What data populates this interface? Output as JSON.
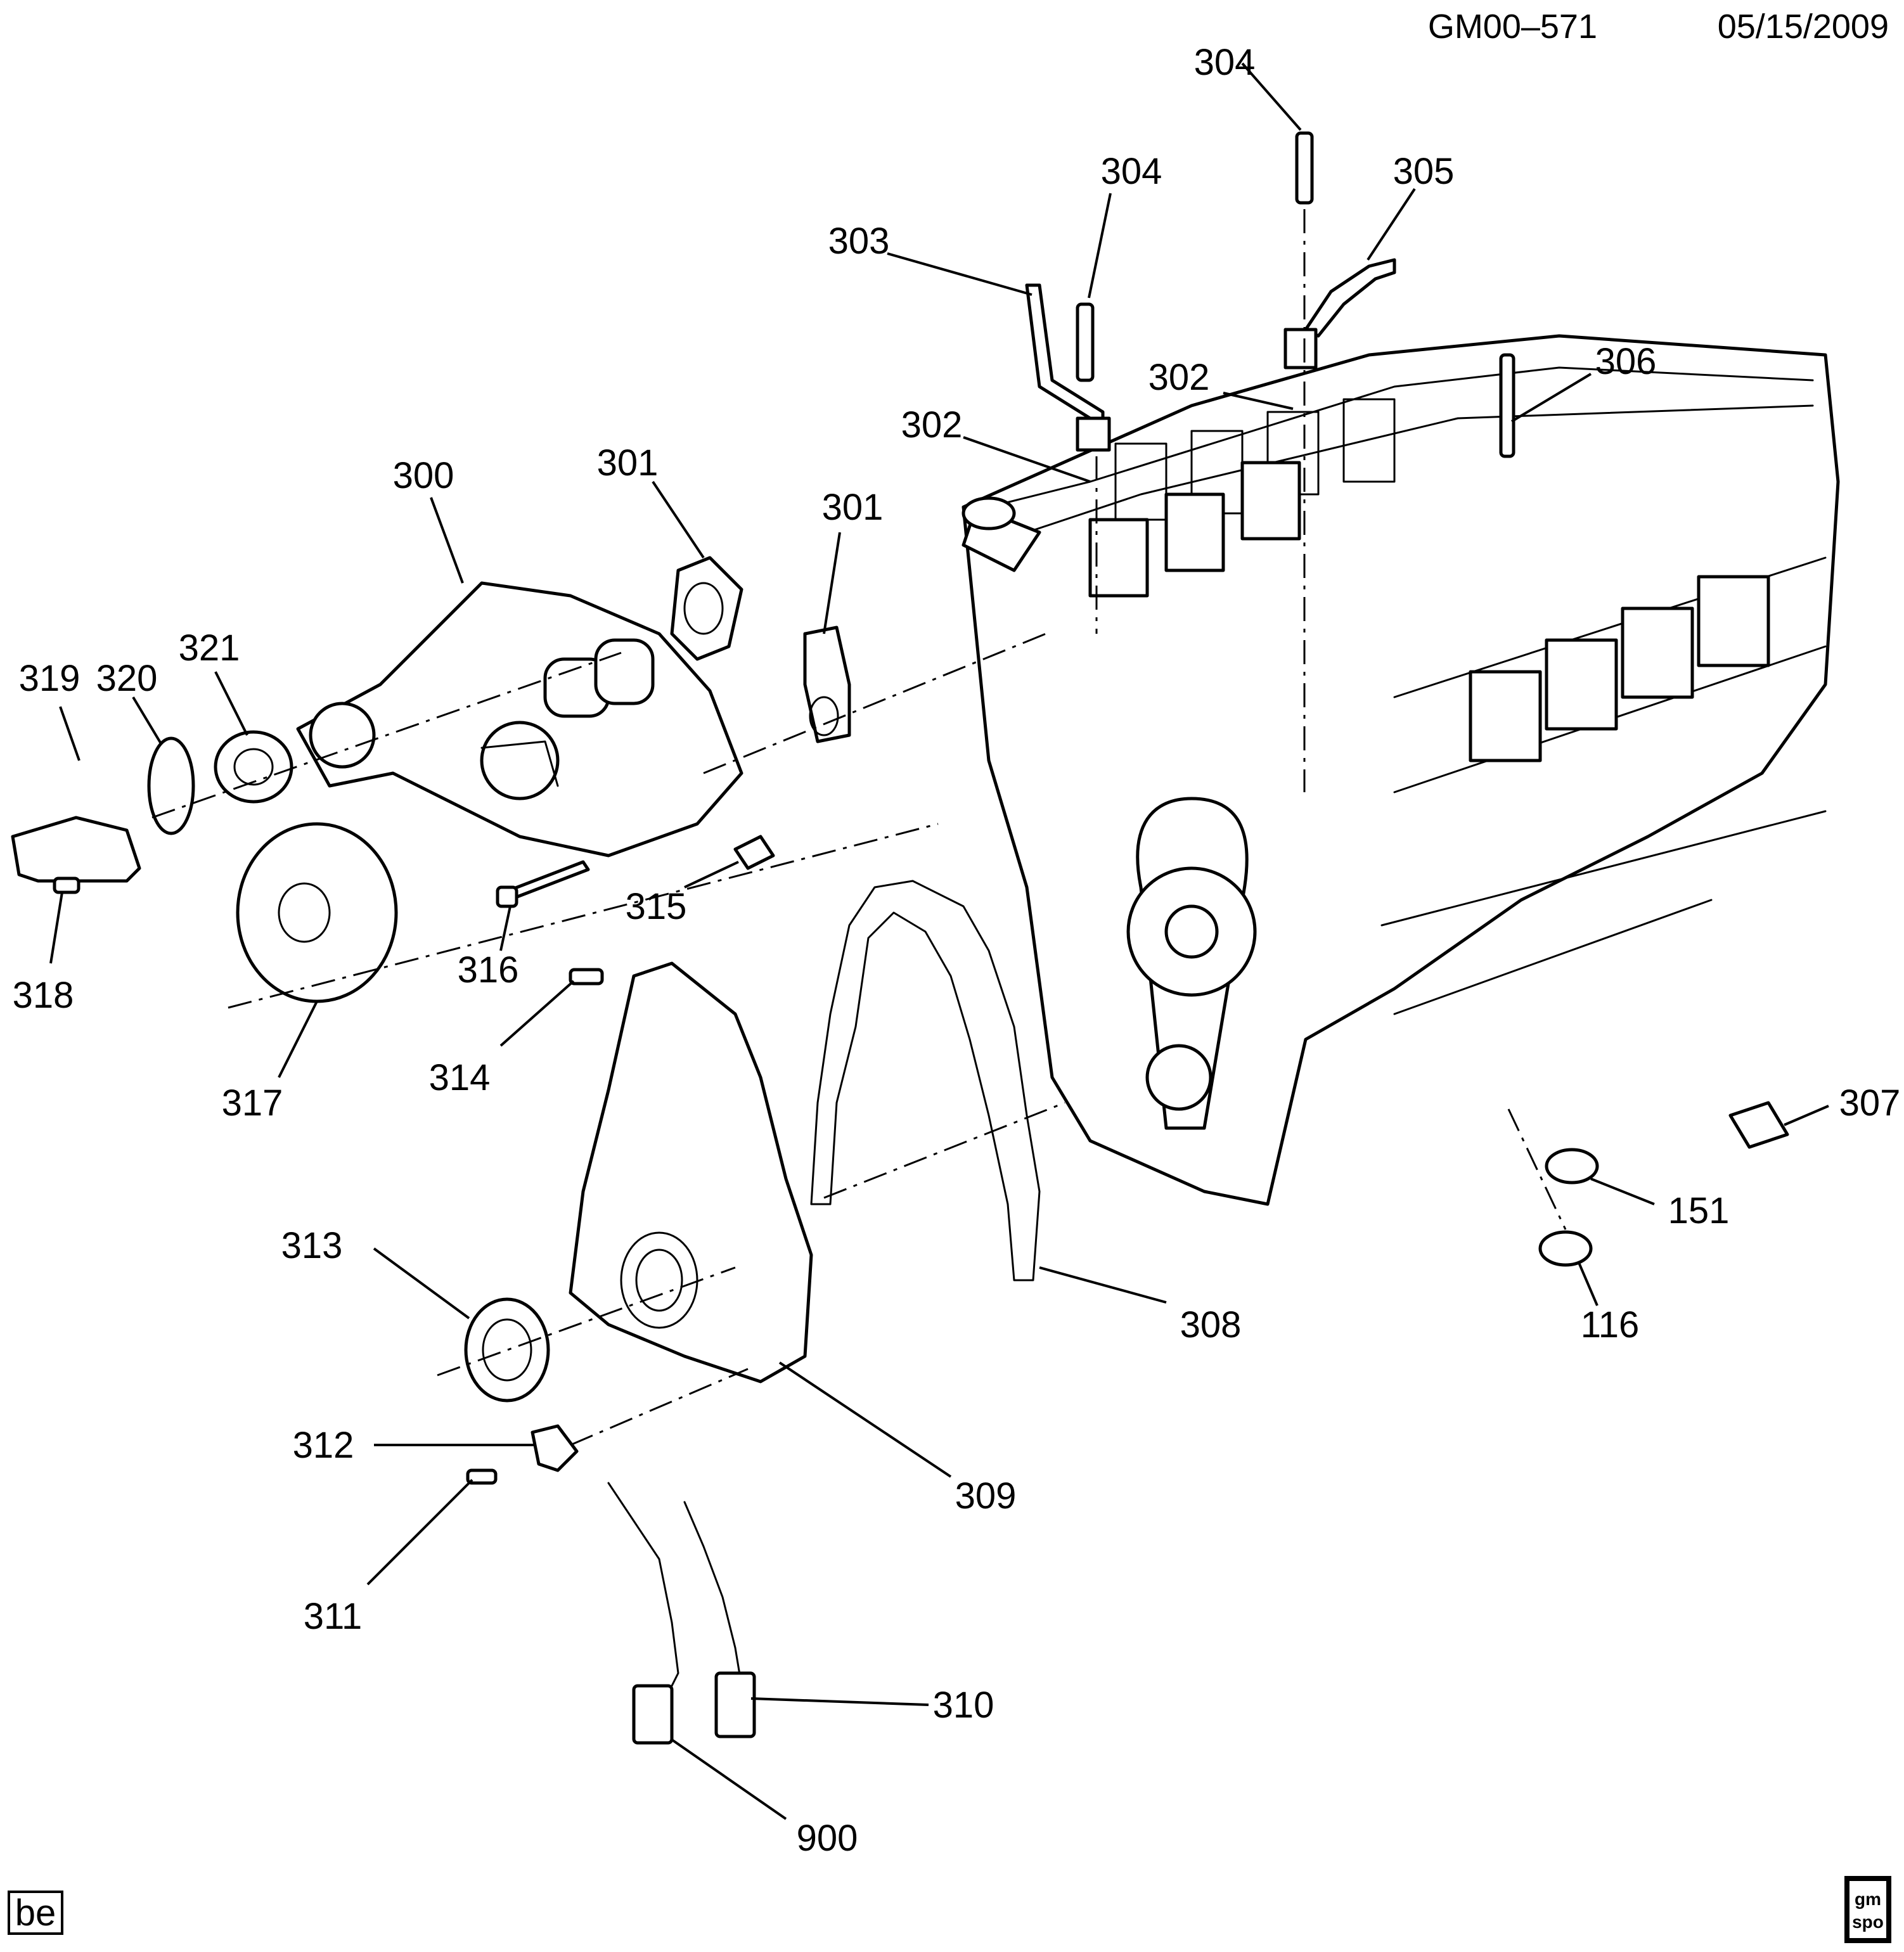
{
  "header": {
    "drawing_id": "GM00–571",
    "date": "05/15/2009"
  },
  "footer": {
    "tag": "be",
    "logo_line1": "gm",
    "logo_line2": "spo"
  },
  "callouts": [
    "300",
    "301",
    "301",
    "302",
    "302",
    "303",
    "304",
    "304",
    "305",
    "306",
    "307",
    "308",
    "309",
    "310",
    "311",
    "312",
    "313",
    "314",
    "315",
    "316",
    "317",
    "318",
    "319",
    "320",
    "321",
    "151",
    "116",
    "900"
  ]
}
